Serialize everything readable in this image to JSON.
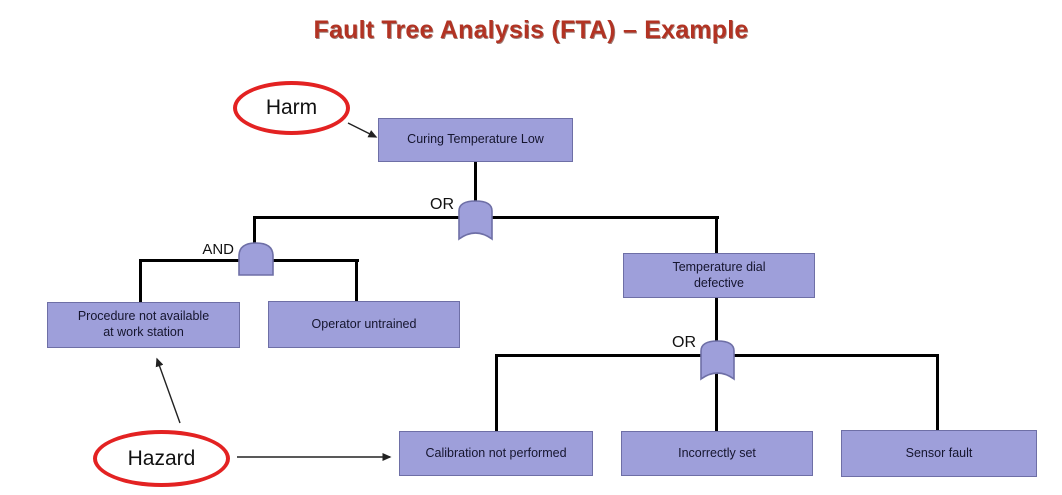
{
  "title": "Fault Tree Analysis (FTA) – Example",
  "callouts": {
    "harm": "Harm",
    "hazard": "Hazard"
  },
  "gates": {
    "or_main": "OR",
    "and_main": "AND",
    "or_sub": "OR"
  },
  "nodes": {
    "top_event": "Curing Temperature Low",
    "temp_dial": "Temperature dial\ndefective",
    "procedure": "Procedure not available\nat work station",
    "operator": "Operator untrained",
    "calibration": "Calibration not performed",
    "incorrect": "Incorrectly set",
    "sensor": "Sensor fault"
  },
  "colors": {
    "title_text": "#b23323",
    "node_fill": "#9e9fda",
    "node_border": "#6e6fa6",
    "callout_stroke": "#e32222",
    "connector": "#000000"
  }
}
